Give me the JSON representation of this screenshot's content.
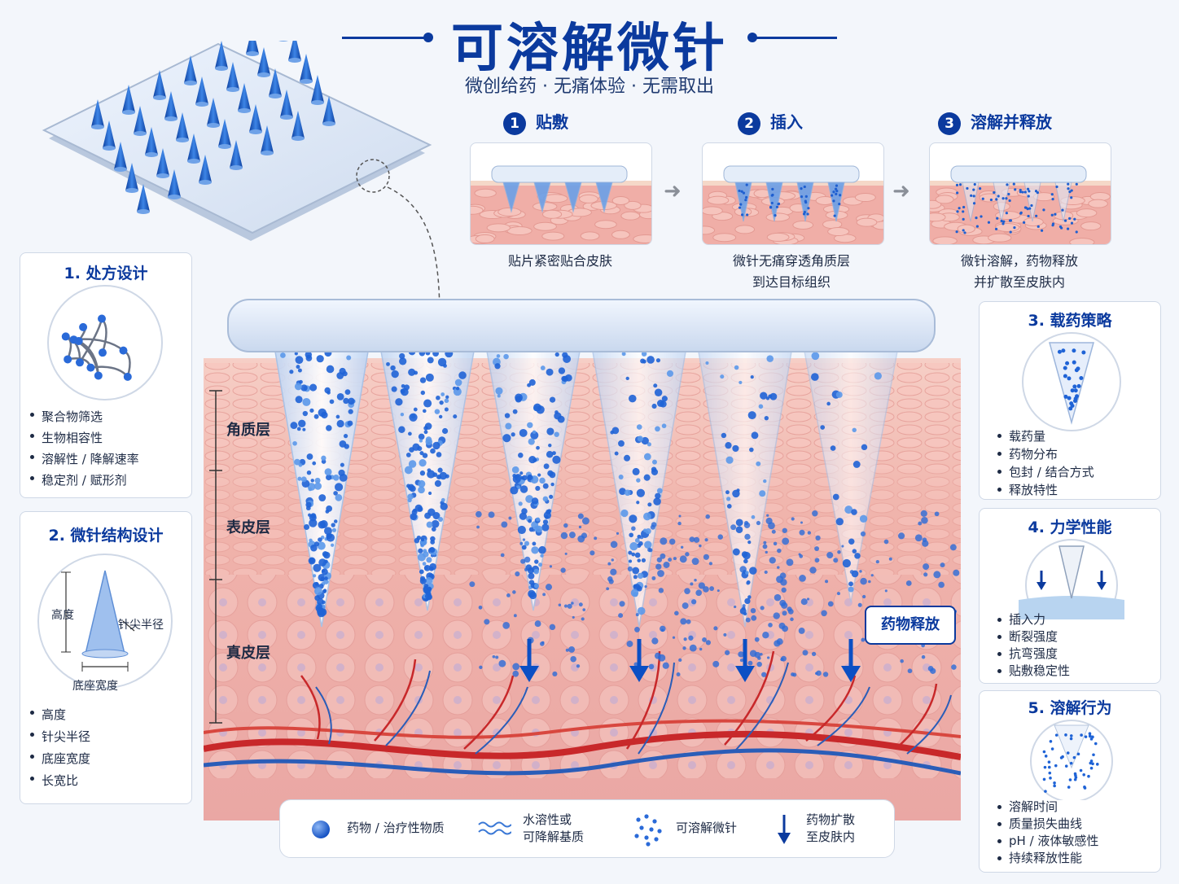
{
  "header": {
    "title": "可溶解微针",
    "subtitle": "微创给药 · 无痛体验 · 无需取出"
  },
  "steps": [
    {
      "num": "1",
      "label": "贴敷",
      "caption": [
        "贴片紧密贴合皮肤"
      ]
    },
    {
      "num": "2",
      "label": "插入",
      "caption": [
        "微针无痛穿透角质层",
        "到达目标组织"
      ]
    },
    {
      "num": "3",
      "label": "溶解并释放",
      "caption": [
        "微针溶解，药物释放",
        "并扩散至皮肤内"
      ]
    }
  ],
  "panels": {
    "formulation": {
      "title": "1. 处方设计",
      "items": [
        "聚合物筛选",
        "生物相容性",
        "溶解性 / 降解速率",
        "稳定剂 / 赋形剂"
      ]
    },
    "structure": {
      "title": "2. 微针结构设计",
      "items": [
        "高度",
        "针尖半径",
        "底座宽度",
        "长宽比"
      ],
      "labels": {
        "height": "高度",
        "tip": "针尖半径",
        "base": "底座宽度"
      }
    },
    "loading": {
      "title": "3. 载药策略",
      "items": [
        "载药量",
        "药物分布",
        "包封 / 结合方式",
        "释放特性"
      ]
    },
    "mechanics": {
      "title": "4. 力学性能",
      "items": [
        "插入力",
        "断裂强度",
        "抗弯强度",
        "贴敷稳定性"
      ]
    },
    "dissolution": {
      "title": "5. 溶解行为",
      "items": [
        "溶解时间",
        "质量损失曲线",
        "pH / 液体敏感性",
        "持续释放性能"
      ]
    }
  },
  "skin_layers": [
    "角质层",
    "表皮层",
    "真皮层"
  ],
  "callout": "药物释放",
  "legend": [
    {
      "icon": "drug-sphere-icon",
      "text": [
        "药物 / 治疗性物质"
      ]
    },
    {
      "icon": "wavy-lines-icon",
      "text": [
        "水溶性或",
        "可降解基质"
      ]
    },
    {
      "icon": "dissolving-needle-icon",
      "text": [
        "可溶解微针"
      ]
    },
    {
      "icon": "down-arrow-icon",
      "text": [
        "药物扩散",
        "至皮肤内"
      ]
    }
  ],
  "colors": {
    "brand": "#0b3a9e",
    "drug": "#1f63d6",
    "skin": "#f2b3ae",
    "vessel": "#c8282a"
  }
}
